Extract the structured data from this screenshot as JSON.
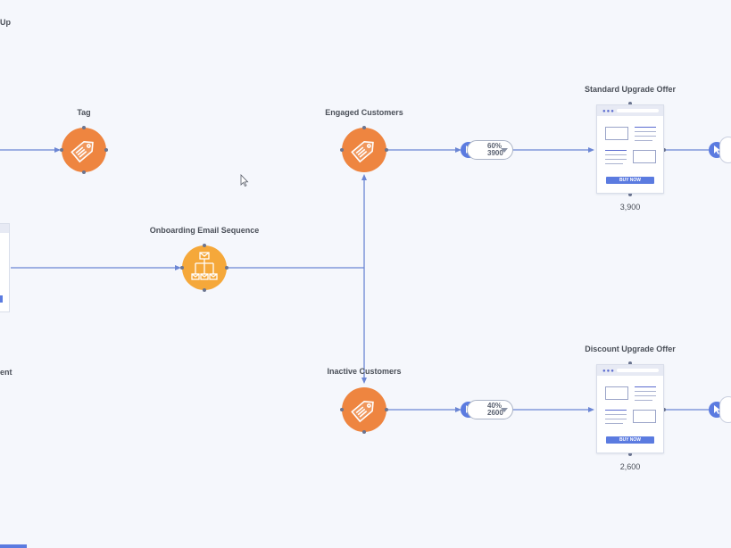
{
  "nodes": {
    "partial_top_label": "Up",
    "partial_mid_label": "ent",
    "tag": {
      "label": "Tag",
      "icon": "tag-icon"
    },
    "engaged": {
      "label": "Engaged Customers",
      "icon": "tag-icon"
    },
    "onboarding": {
      "label": "Onboarding Email Sequence",
      "icon": "email-sequence-icon"
    },
    "inactive": {
      "label": "Inactive Customers",
      "icon": "tag-icon"
    },
    "standard_offer": {
      "label": "Standard Upgrade Offer",
      "button": "BUY NOW",
      "count": "3,900"
    },
    "discount_offer": {
      "label": "Discount Upgrade Offer",
      "button": "BUY NOW",
      "count": "2,600"
    }
  },
  "splits": [
    {
      "percent": "60%",
      "count": "3900"
    },
    {
      "percent": "40%",
      "count": "2600"
    }
  ],
  "colors": {
    "tag_node": "#ee8540",
    "email_node": "#f5a83a",
    "connector": "#6b86d4",
    "click_dot": "#5b7be0",
    "background": "#f5f7fc"
  }
}
